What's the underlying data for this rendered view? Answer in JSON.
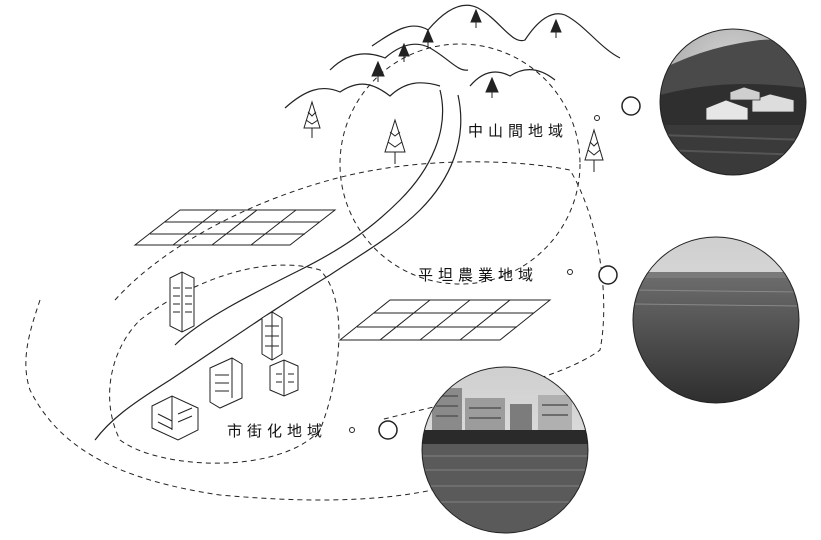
{
  "zones": [
    {
      "id": "mountain",
      "label": "中山間地域"
    },
    {
      "id": "plain",
      "label": "平坦農業地域"
    },
    {
      "id": "urban",
      "label": "市街化地域"
    }
  ],
  "icons": [
    "tree-icon",
    "rice-field-grid-icon",
    "building-icon",
    "river-icon"
  ],
  "colors": {
    "line": "#222222",
    "background": "#ffffff"
  }
}
